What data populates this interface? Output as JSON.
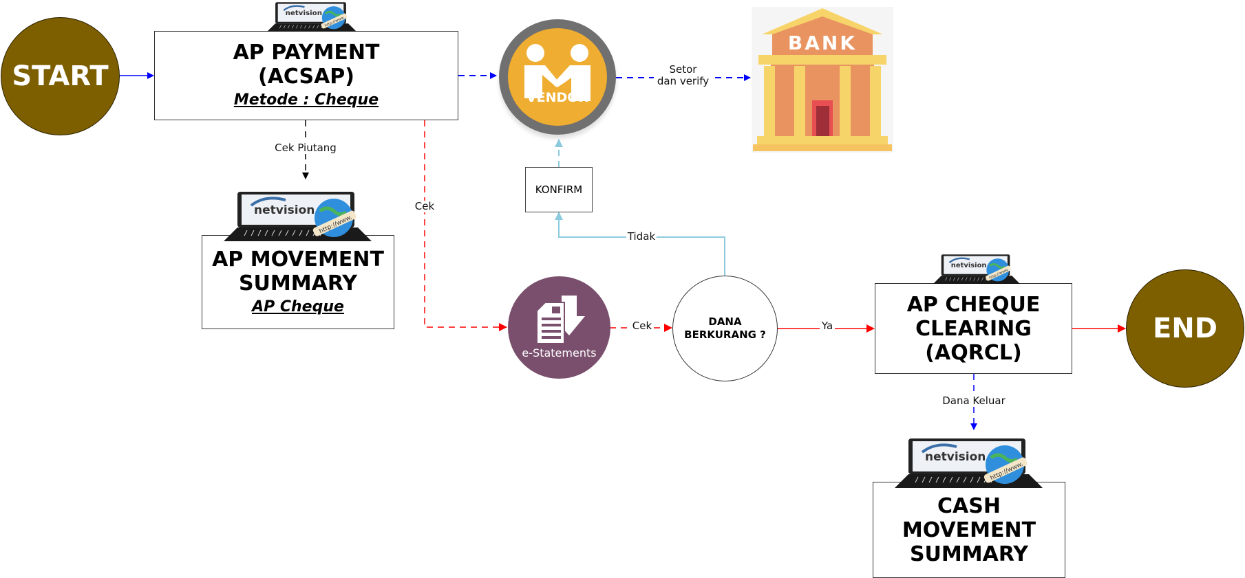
{
  "nodes": {
    "start": {
      "label": "START"
    },
    "end": {
      "label": "END"
    },
    "ap_payment": {
      "title_line1": "AP PAYMENT",
      "title_line2": "(ACSAP)",
      "subtitle": "Metode : Cheque"
    },
    "ap_movement": {
      "title_line1": "AP MOVEMENT",
      "title_line2": "SUMMARY",
      "subtitle": "AP Cheque"
    },
    "vendor": {
      "label": "VENDOR",
      "icon": "handshake-icon"
    },
    "bank": {
      "label": "BANK",
      "icon": "bank-building-icon"
    },
    "konfirm": {
      "label": "KONFIRM"
    },
    "e_statements": {
      "label": "e-Statements",
      "icon": "document-download-icon"
    },
    "decision": {
      "line1": "DANA",
      "line2": "BERKURANG ?"
    },
    "ap_cheque_clearing": {
      "title_line1": "AP CHEQUE",
      "title_line2": "CLEARING",
      "title_line3": "(AQRCL)"
    },
    "cash_movement": {
      "title_line1": "CASH",
      "title_line2": "MOVEMENT",
      "title_line3": "SUMMARY"
    },
    "laptop": {
      "brand": "netvision",
      "url_text": "http://www."
    }
  },
  "edges": {
    "cek_piutang": "Cek Piutang",
    "cek_red": "Cek",
    "setor_line1": "Setor",
    "setor_line2": "dan verify",
    "cek_estatement": "Cek",
    "tidak": "Tidak",
    "ya": "Ya",
    "dana_keluar": "Dana Keluar"
  },
  "colors": {
    "terminal": "#7D5F00",
    "blue_flow": "#0000FF",
    "red_flow": "#FF0000",
    "light_blue_flow": "#8CCBDD",
    "vendor_orange": "#EFAD31",
    "vendor_ring": "#707070",
    "estatement_purple": "#7A4F6D"
  }
}
